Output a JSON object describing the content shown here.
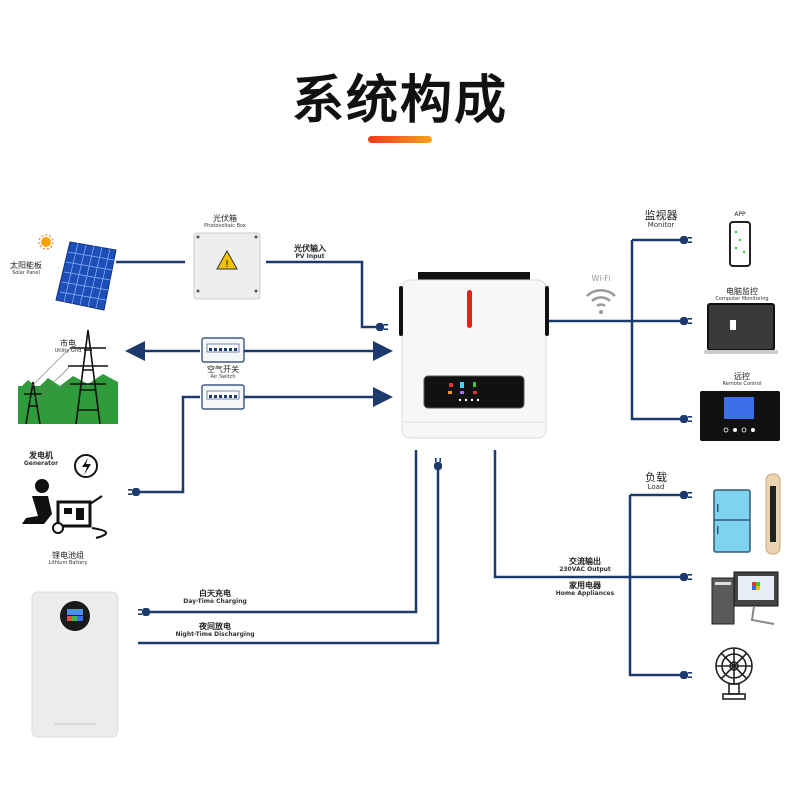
{
  "title": "系统构成",
  "colors": {
    "wire": "#1c3a6e",
    "accent_start": "#f0381a",
    "accent_end": "#f9a21e",
    "inverter_led": "#e8201a"
  },
  "components": {
    "solar_panel": {
      "zh": "太阳能板",
      "en": "Solar Panel"
    },
    "pv_box": {
      "zh": "光伏箱",
      "en": "Photovoltaic Box"
    },
    "pv_input": {
      "zh": "光伏输入",
      "en": "PV Input"
    },
    "utility_grid": {
      "zh": "市电",
      "en": "Utility Grid"
    },
    "air_switch": {
      "zh": "空气开关",
      "en": "Air Switch"
    },
    "generator": {
      "zh": "发电机",
      "en": "Generator"
    },
    "lithium_battery": {
      "zh": "锂电池组",
      "en": "Lithium Battery"
    },
    "day_charging": {
      "zh": "白天充电",
      "en": "Day-Time Charging"
    },
    "night_discharging": {
      "zh": "夜间放电",
      "en": "Night-Time Discharging"
    },
    "monitor": {
      "zh": "监视器",
      "en": "Monitor"
    },
    "wifi": {
      "label": "Wi-Fi"
    },
    "app": {
      "label": "APP"
    },
    "computer_monitoring": {
      "zh": "电脑监控",
      "en": "Computer Monitoring"
    },
    "remote_control": {
      "zh": "远控",
      "en": "Remote Control"
    },
    "load": {
      "zh": "负载",
      "en": "Load"
    },
    "ac_output": {
      "zh": "交流输出",
      "en": "230VAC Output"
    },
    "home_appliances": {
      "zh": "家用电器",
      "en": "Home Appliances"
    }
  }
}
